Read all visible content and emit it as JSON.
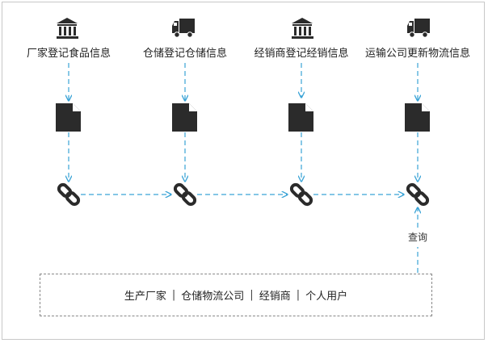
{
  "columns": [
    {
      "icon": "bank-building-icon",
      "label": "厂家登记食品信息"
    },
    {
      "icon": "delivery-truck-icon",
      "label": "仓储登记仓储信息"
    },
    {
      "icon": "bank-building-icon",
      "label": "经销商登记经销信息"
    },
    {
      "icon": "delivery-truck-icon",
      "label": "运输公司更新物流信息"
    }
  ],
  "document_icon": "document-icon",
  "link_icon": "chain-link-icon",
  "query_label": "查询",
  "users": {
    "items": [
      "生产厂家",
      "仓储物流公司",
      "经销商",
      "个人用户"
    ],
    "separator": "|"
  },
  "colors": {
    "arrow": "#3aa3d6",
    "icon": "#2b2b2b",
    "border": "#c8c8c8",
    "dashed_box": "#888888"
  }
}
